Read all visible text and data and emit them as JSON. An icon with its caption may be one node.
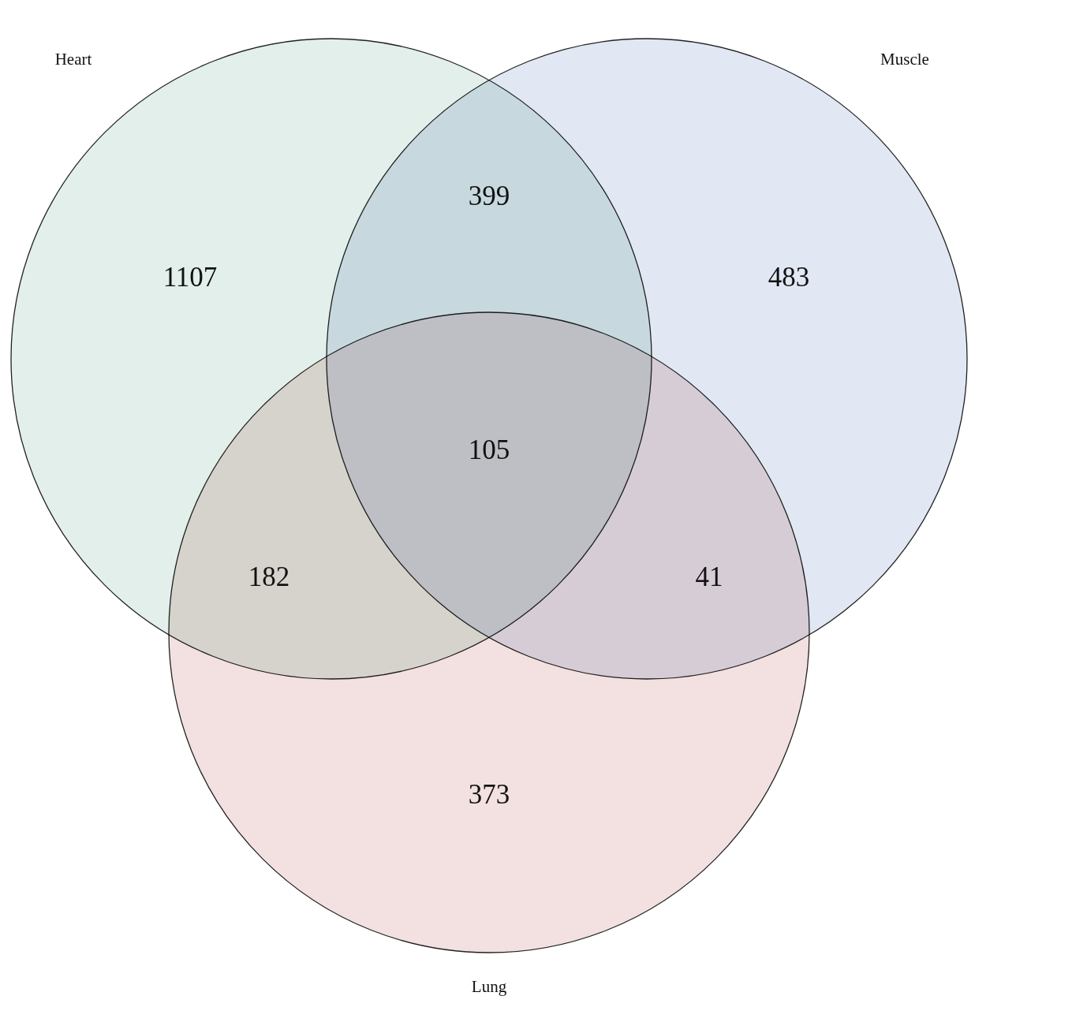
{
  "diagram": {
    "nodes": [
      {
        "text": [
          "Heart"
        ]
      },
      {
        "text": [
          "Muscle"
        ]
      },
      {
        "text": [
          "Lung"
        ]
      }
    ],
    "labels": [
      "399",
      "1107",
      "483",
      "105",
      "182",
      "41",
      "373"
    ]
  }
}
